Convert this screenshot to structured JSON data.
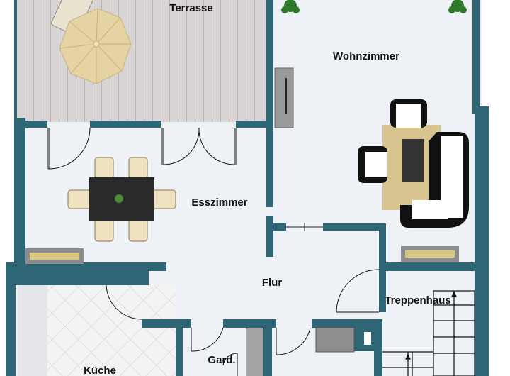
{
  "rooms": {
    "terrace": "Terrasse",
    "living": "Wohnzimmer",
    "dining": "Esszimmer",
    "hall": "Flur",
    "stairwell": "Treppenhaus",
    "kitchen": "Küche",
    "wardrobe": "Gard."
  },
  "colors": {
    "wall": "#2f6676",
    "floor": "#eef1f5",
    "deck": "#d9d4d4",
    "rug": "#d8c48f",
    "umbrella": "#e6d3a3"
  }
}
